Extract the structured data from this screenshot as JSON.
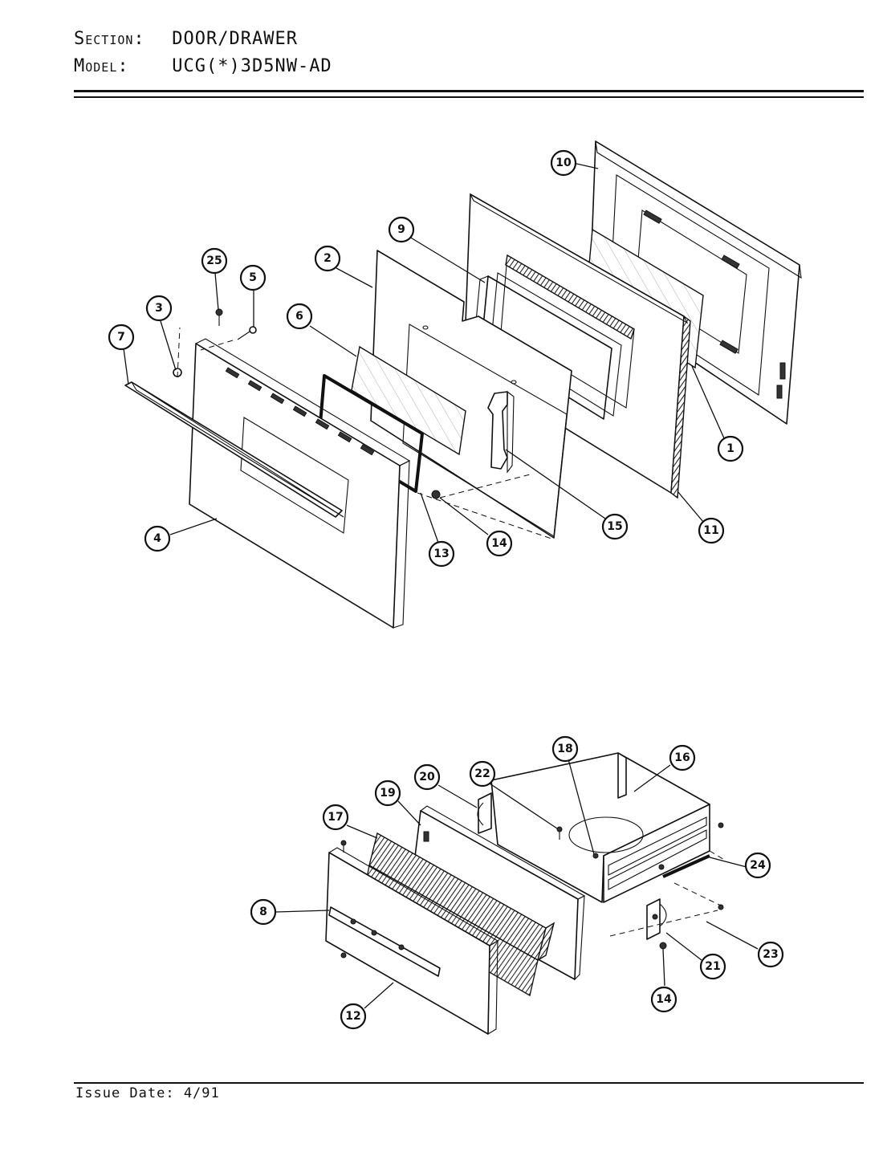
{
  "header": {
    "section_label": "Section:",
    "section_value": "DOOR/DRAWER",
    "model_label": "Model:",
    "model_value": "UCG(*)3D5NW-AD"
  },
  "footer": {
    "issue_date": "Issue Date: 4/91"
  },
  "callouts": {
    "door": [
      "10",
      "9",
      "2",
      "25",
      "5",
      "3",
      "6",
      "7",
      "1",
      "15",
      "11",
      "4",
      "14",
      "13"
    ],
    "drawer": [
      "18",
      "16",
      "20",
      "22",
      "19",
      "17",
      "24",
      "8",
      "23",
      "21",
      "14",
      "12"
    ]
  }
}
